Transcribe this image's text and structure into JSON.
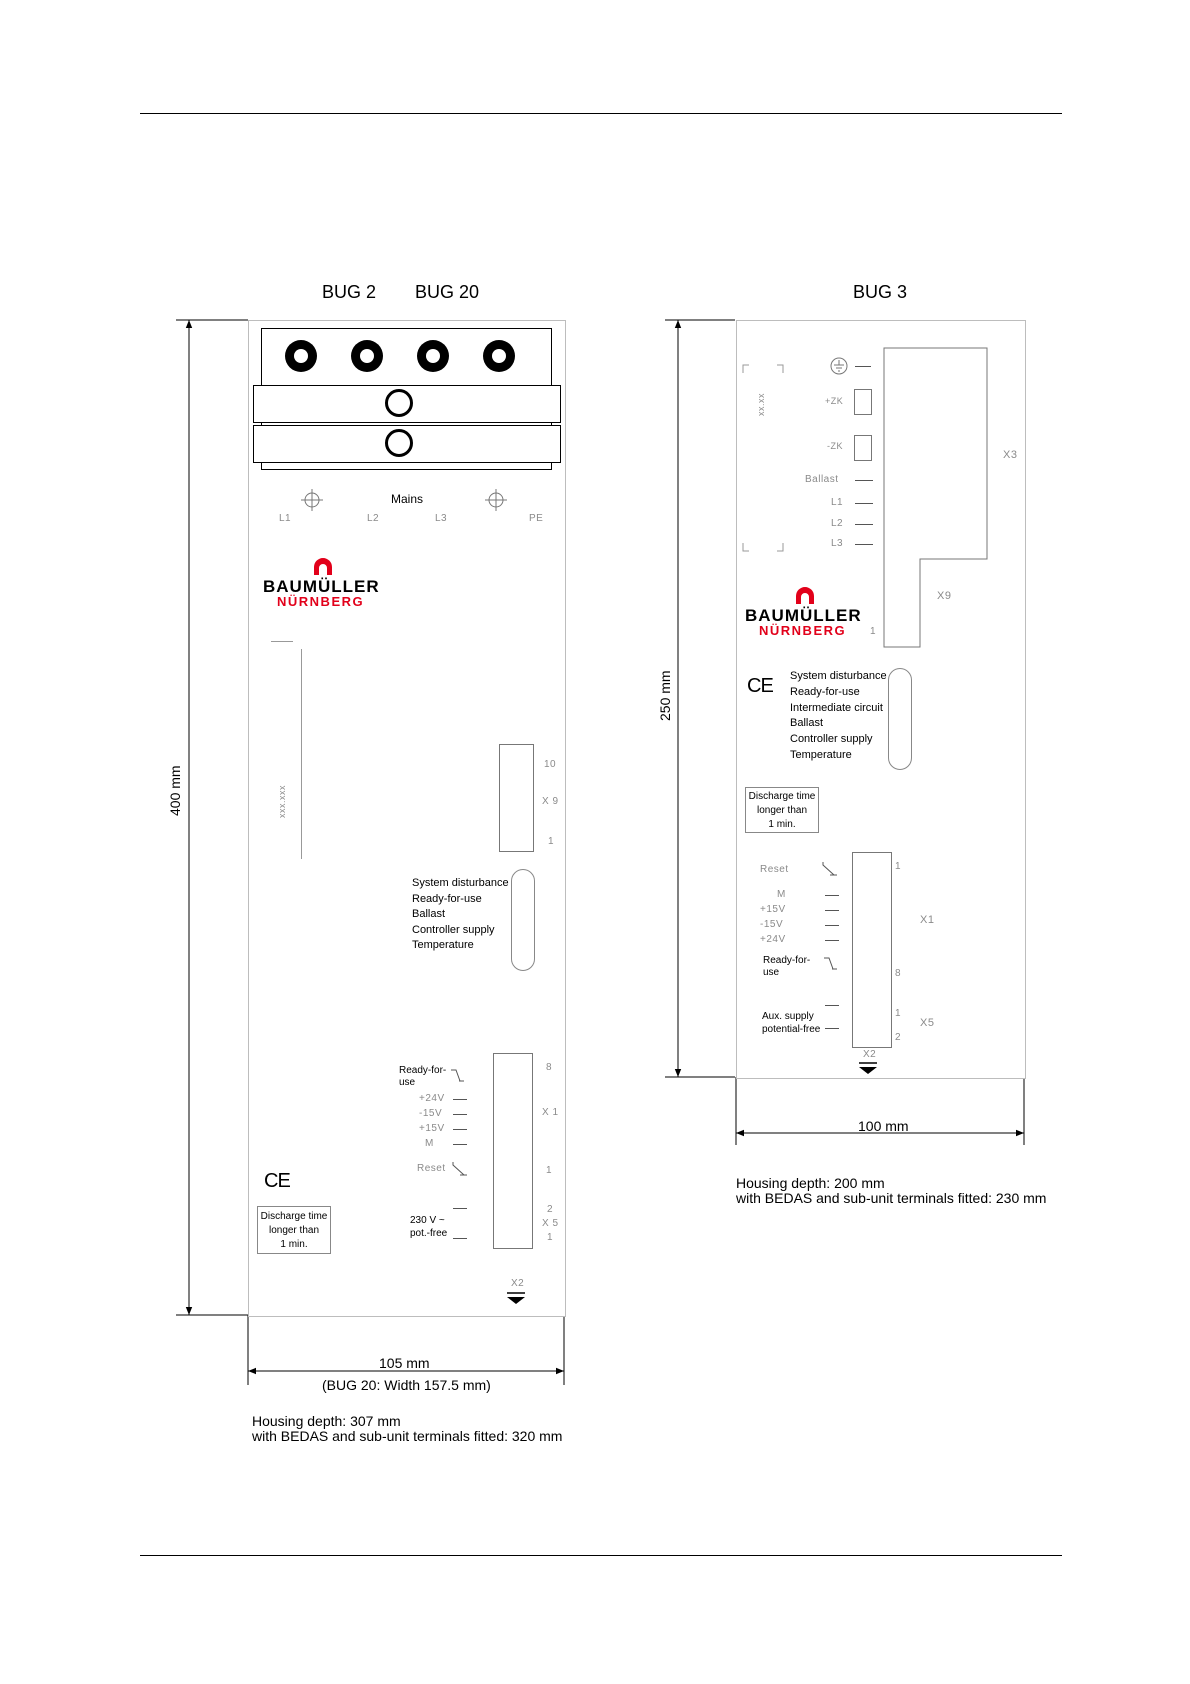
{
  "headings": {
    "left": [
      "BUG 2",
      "BUG 20"
    ],
    "right": "BUG 3"
  },
  "left_unit": {
    "height_dim": "400 mm",
    "width_dim": "105 mm",
    "width_note": "(BUG 20: Width 157.5 mm)",
    "housing_depth": "Housing depth: 307 mm",
    "housing_depth_note": "with BEDAS and sub-unit terminals fitted: 320 mm",
    "mains_label": "Mains",
    "phase_labels": [
      "L1",
      "L2",
      "L3",
      "PE"
    ],
    "logo_line1": "BAUMÜLLER",
    "logo_line2": "NÜRNBERG",
    "serial": "xxx.xxx",
    "x9_connector": {
      "label": "X 9",
      "pin_top": "10",
      "pin_bottom": "1"
    },
    "status_leds": [
      "System disturbance",
      "Ready-for-use",
      "Ballast",
      "Controller supply",
      "Temperature"
    ],
    "x1_connector": {
      "label": "X 1",
      "pin_top": "8",
      "pin_bottom": "1"
    },
    "x1_signals": [
      "Ready-for-\nuse",
      "+24V",
      "-15V",
      "+15V",
      "M",
      "Reset"
    ],
    "x5_connector": {
      "label": "X 5",
      "pin_top": "2",
      "pin_bottom": "1"
    },
    "x5_signal": "230 V ~\npot.-free",
    "x2_label": "X2",
    "ce_mark": "CE",
    "discharge_warning": "Discharge time\nlonger than\n1 min."
  },
  "right_unit": {
    "height_dim": "250 mm",
    "width_dim": "100 mm",
    "housing_depth": "Housing depth: 200 mm",
    "housing_depth_note": "with BEDAS and sub-unit terminals fitted: 230 mm",
    "serial": "xx.xx",
    "power_terminals": [
      "+ZK",
      "-ZK",
      "Ballast",
      "L1",
      "L2",
      "L3"
    ],
    "x3_label": "X3",
    "x9_label": "X9",
    "x9_pin": "1",
    "logo_line1": "BAUMÜLLER",
    "logo_line2": "NÜRNBERG",
    "ce_mark": "CE",
    "status_leds": [
      "System disturbance",
      "Ready-for-use",
      "Intermediate circuit",
      "Ballast",
      "Controller supply",
      "Temperature"
    ],
    "discharge_warning": "Discharge time\nlonger than\n1 min.",
    "x1_connector": {
      "label": "X1",
      "pin_top": "1",
      "pin_bottom": "8"
    },
    "x1_signals": [
      "Reset",
      "M",
      "+15V",
      "-15V",
      "+24V",
      "Ready-for-\nuse"
    ],
    "x5_connector": {
      "label": "X5",
      "pin_top": "1",
      "pin_bottom": "2"
    },
    "x5_signal": "Aux. supply\npotential-free",
    "x2_label": "X2"
  }
}
